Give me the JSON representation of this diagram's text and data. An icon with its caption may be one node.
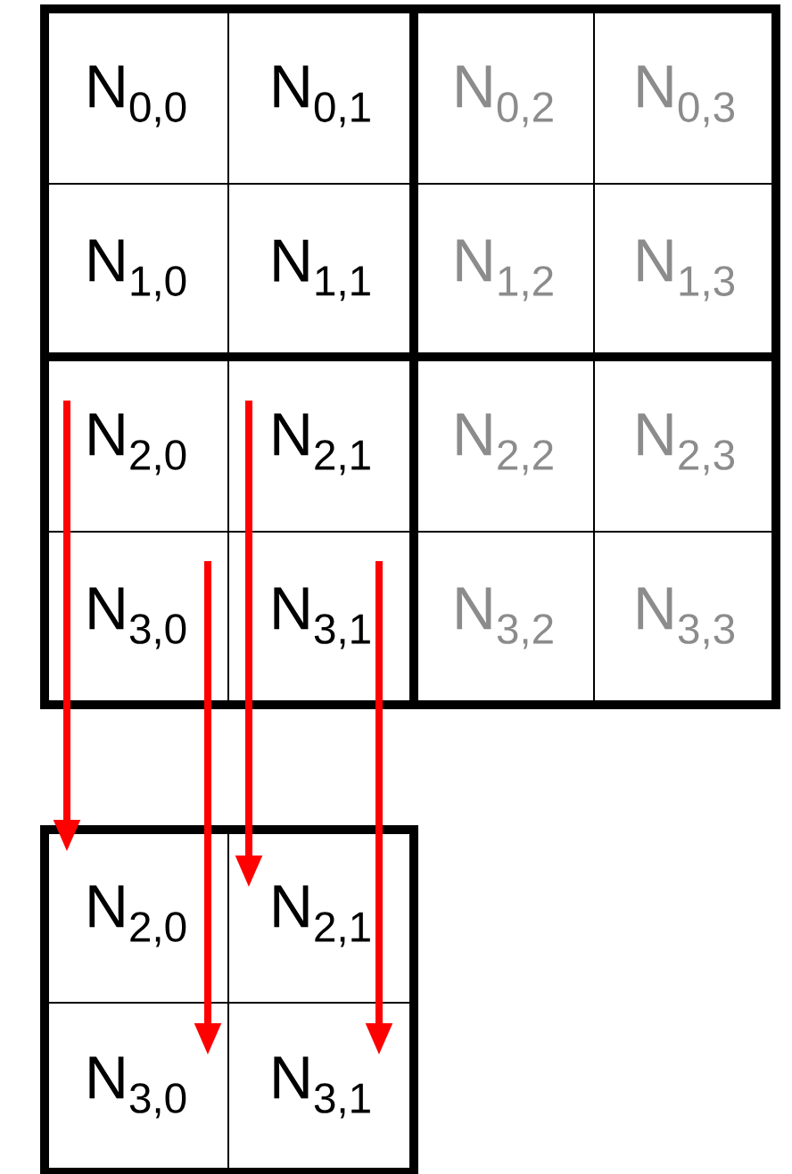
{
  "diagram": {
    "nodes": [
      {
        "text": [
          "N$_{0,0}$"
        ]
      },
      {
        "text": [
          "N$_{0,1}$"
        ]
      },
      {
        "text": [
          "N$_{0,2}$"
        ]
      },
      {
        "text": [
          "N$_{0,3}$"
        ]
      },
      {
        "text": [
          "N$_{1,0}$"
        ]
      },
      {
        "text": [
          "N$_{1,1}$"
        ]
      },
      {
        "text": [
          "N$_{1,2}$"
        ]
      },
      {
        "text": [
          "N$_{1,3}$"
        ]
      },
      {
        "text": [
          "N$_{2,0}$"
        ]
      },
      {
        "text": [
          "N$_{2,1}$"
        ]
      },
      {
        "text": [
          "N$_{2,2}$"
        ]
      },
      {
        "text": [
          "N$_{2,3}$"
        ]
      },
      {
        "text": [
          "N$_{3,0}$"
        ]
      },
      {
        "text": [
          "N$_{3,1}$"
        ]
      },
      {
        "text": [
          "N$_{3,2}$"
        ]
      },
      {
        "text": [
          "N$_{3,3}$"
        ]
      },
      {
        "text": [
          "N$_{2,0}$"
        ]
      },
      {
        "text": [
          "N$_{2,1}$"
        ]
      },
      {
        "text": [
          "N$_{3,0}$"
        ]
      },
      {
        "text": [
          "N$_{3,1}$"
        ]
      }
    ],
    "edges": [
      {
        "from": 8,
        "to": 16,
        "arrow": "to",
        "color": "#ff0000"
      },
      {
        "from": 9,
        "to": 17,
        "arrow": "to",
        "color": "#ff0000"
      },
      {
        "from": 12,
        "to": 18,
        "arrow": "to",
        "color": "#ff0000"
      },
      {
        "from": 13,
        "to": 19,
        "arrow": "to",
        "color": "#ff0000"
      }
    ]
  }
}
